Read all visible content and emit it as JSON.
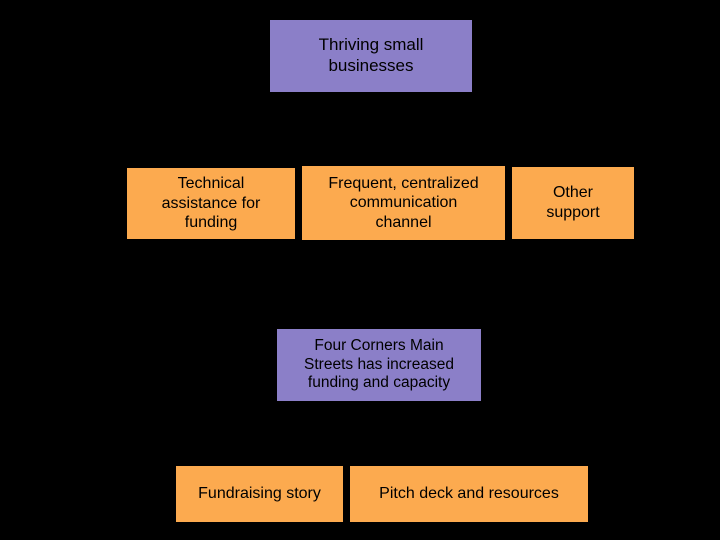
{
  "diagram": {
    "type": "logic-model",
    "background_color": "#000000",
    "palette": {
      "outcome_box": "#8b7fc8",
      "output_box": "#fcaa4f",
      "text": "#000000"
    },
    "levels": [
      {
        "level": 1,
        "role": "top-outcome",
        "nodes": [
          {
            "id": "thriving-small-businesses",
            "label": "Thriving small\nbusinesses",
            "color": "#8b7fc8"
          }
        ]
      },
      {
        "level": 2,
        "role": "supports-row",
        "nodes": [
          {
            "id": "technical-assistance",
            "label": "Technical\nassistance for\nfunding",
            "color": "#fcaa4f"
          },
          {
            "id": "communication-channel",
            "label": "Frequent, centralized\ncommunication\nchannel",
            "color": "#fcaa4f"
          },
          {
            "id": "other-support",
            "label": "Other\nsupport",
            "color": "#fcaa4f"
          }
        ]
      },
      {
        "level": 3,
        "role": "mid-outcome",
        "nodes": [
          {
            "id": "four-corners-main-streets",
            "label": "Four Corners Main\nStreets has increased\nfunding and capacity",
            "color": "#8b7fc8"
          }
        ]
      },
      {
        "level": 4,
        "role": "deliverables-row",
        "nodes": [
          {
            "id": "fundraising-story",
            "label": "Fundraising story",
            "color": "#fcaa4f"
          },
          {
            "id": "pitch-deck",
            "label": "Pitch deck and resources",
            "color": "#fcaa4f"
          }
        ]
      }
    ]
  }
}
